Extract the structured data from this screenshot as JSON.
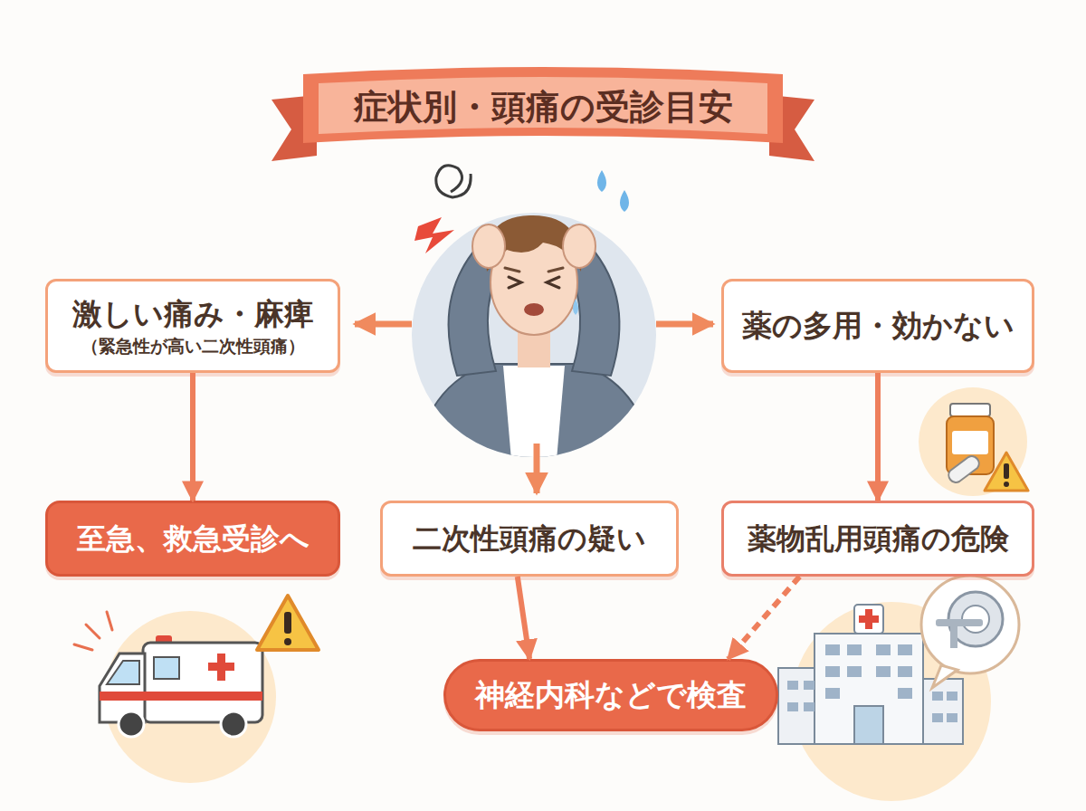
{
  "diagram": {
    "title": "症状別・頭痛の受診目安",
    "nodes": [
      {
        "text": [
          "激しい痛み・麻痺",
          "（緊急性が高い二次性頭痛）"
        ]
      },
      {
        "text": [
          "薬の多用・効かない"
        ]
      },
      {
        "text": [
          "至急、救急受診へ"
        ]
      },
      {
        "text": [
          "二次性頭痛の疑い"
        ]
      },
      {
        "text": [
          "薬物乱用頭痛の危険"
        ]
      },
      {
        "text": [
          "神経内科などで検査"
        ]
      }
    ],
    "edges": [
      {
        "from": 0,
        "to": 2,
        "arrow": "to"
      },
      {
        "from": 1,
        "to": 4,
        "arrow": "to"
      },
      {
        "from": 3,
        "to": 5,
        "arrow": "to"
      },
      {
        "from": 4,
        "to": 5,
        "arrow": "to"
      }
    ]
  }
}
